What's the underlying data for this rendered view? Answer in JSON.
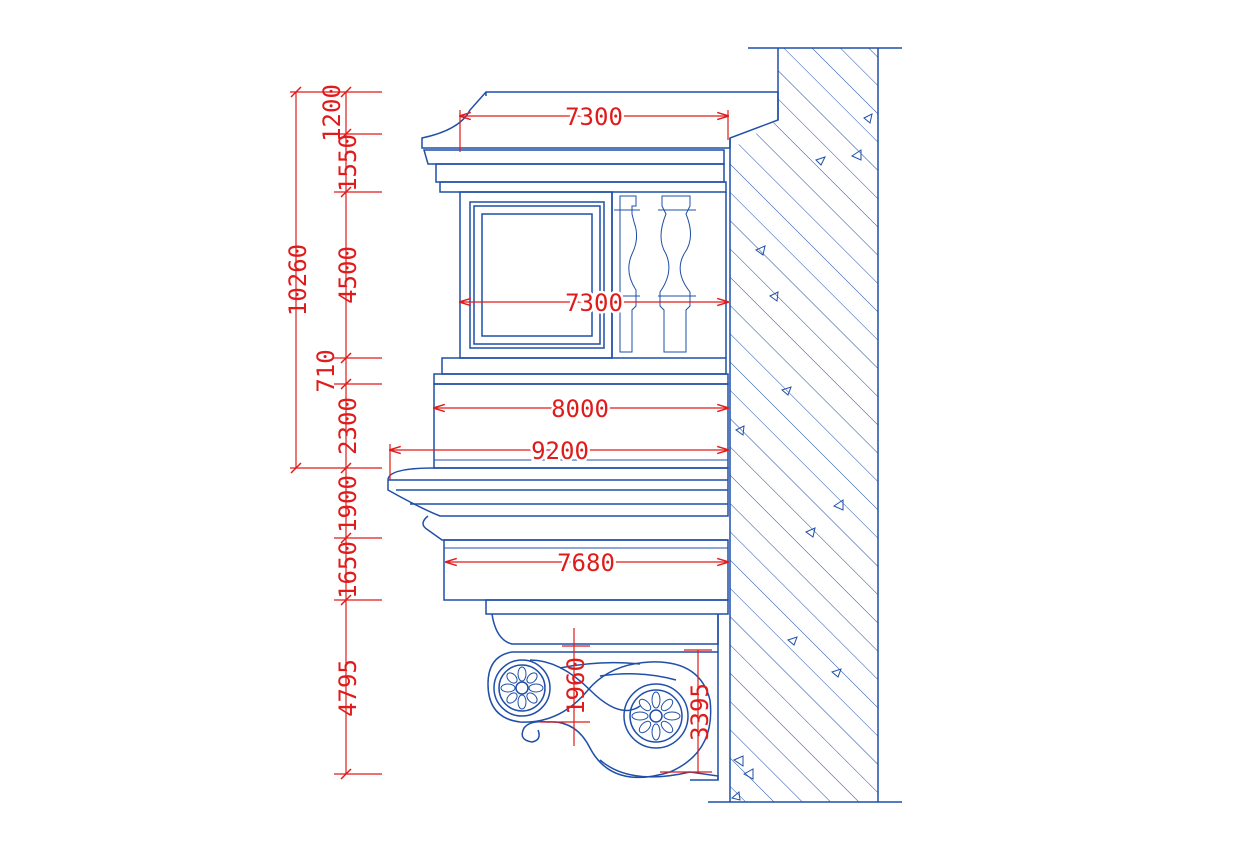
{
  "colors": {
    "outline": "#1f4fa8",
    "dimension": "#e01b1b",
    "background": "#ffffff"
  },
  "dimensions": {
    "vertical_left": {
      "total": "10260",
      "segments": [
        "1200",
        "1550",
        "4500",
        "710",
        "2300",
        "1900",
        "1650",
        "4795"
      ]
    },
    "horizontal": {
      "top_cornice_width": "7300",
      "window_width": "7300",
      "upper_base_width": "8000",
      "balcony_slab_width": "9200",
      "lower_soffit_width": "7680"
    },
    "bracket": {
      "scroll_inner_height": "1960",
      "scroll_total_height": "3395"
    }
  }
}
